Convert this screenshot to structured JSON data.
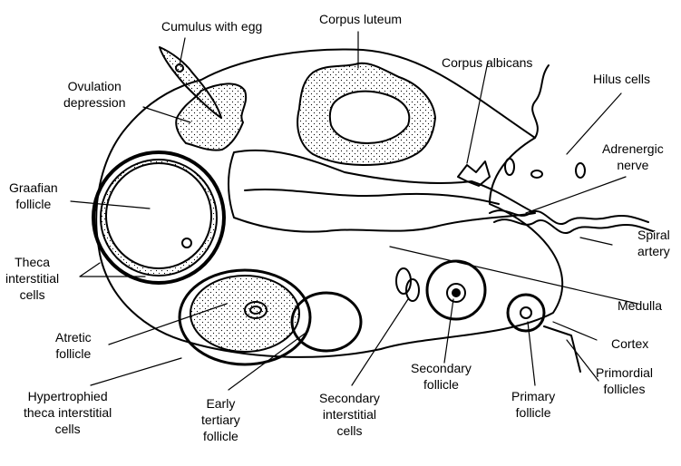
{
  "figure": {
    "title": "Ovary cross-section diagram",
    "labels": {
      "cumulus": [
        "Cumulus with egg"
      ],
      "corpus_luteum": [
        "Corpus luteum"
      ],
      "corpus_albicans": [
        "Corpus albicans"
      ],
      "hilus_cells": [
        "Hilus cells"
      ],
      "ovulation_depression": [
        "Ovulation",
        "depression"
      ],
      "adrenergic_nerve": [
        "Adrenergic",
        "nerve"
      ],
      "graafian_follicle": [
        "Graafian",
        "follicle"
      ],
      "spiral_artery": [
        "Spiral",
        "artery"
      ],
      "theca_interstitial": [
        "Theca",
        "interstitial",
        "cells"
      ],
      "medulla": [
        "Medulla"
      ],
      "atretic_follicle": [
        "Atretic",
        "follicle"
      ],
      "cortex": [
        "Cortex"
      ],
      "primordial_follicles": [
        "Primordial",
        "follicles"
      ],
      "secondary_follicle": [
        "Secondary",
        "follicle"
      ],
      "primary_follicle": [
        "Primary",
        "follicle"
      ],
      "hypertrophied_theca": [
        "Hypertrophied",
        "theca interstitial",
        "cells"
      ],
      "early_tertiary": [
        "Early",
        "tertiary",
        "follicle"
      ],
      "secondary_interstitial": [
        "Secondary",
        "interstitial",
        "cells"
      ]
    }
  }
}
